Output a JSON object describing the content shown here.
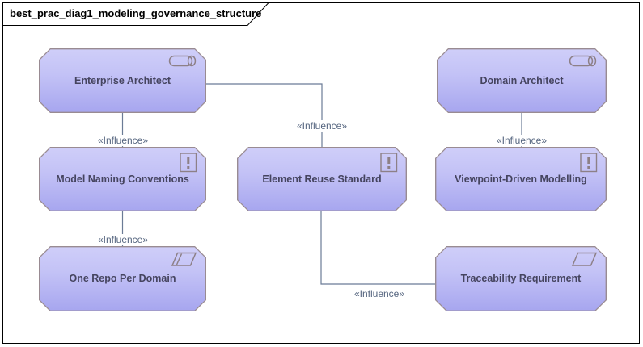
{
  "title": "best_prac_diag1_modeling_governance_structure",
  "colors": {
    "node_fill_top": "#cfcef9",
    "node_fill_bottom": "#a7a6ef",
    "node_border": "#998b92",
    "icon_stroke": "#8d8087",
    "connector_line": "#6b7b96",
    "connector_label_text": "#55657f",
    "node_text": "#45445f",
    "frame_border": "#000000"
  },
  "nodes": [
    {
      "id": "enterprise-architect",
      "label": "Enterprise Architect",
      "type": "role",
      "icon": "role-icon"
    },
    {
      "id": "domain-architect",
      "label": "Domain Architect",
      "type": "role",
      "icon": "role-icon"
    },
    {
      "id": "model-naming-conventions",
      "label": "Model Naming Conventions",
      "type": "principle",
      "icon": "principle-icon"
    },
    {
      "id": "element-reuse-standard",
      "label": "Element Reuse Standard",
      "type": "principle",
      "icon": "principle-icon"
    },
    {
      "id": "viewpoint-driven-modelling",
      "label": "Viewpoint-Driven Modelling",
      "type": "principle",
      "icon": "principle-icon"
    },
    {
      "id": "one-repo-per-domain",
      "label": "One Repo Per Domain",
      "type": "requirement",
      "icon": "requirement-icon"
    },
    {
      "id": "traceability-requirement",
      "label": "Traceability Requirement",
      "type": "requirement",
      "icon": "requirement-icon"
    }
  ],
  "connectors": [
    {
      "from": "enterprise-architect",
      "to": "model-naming-conventions",
      "label": "«Influence»"
    },
    {
      "from": "enterprise-architect",
      "to": "element-reuse-standard",
      "label": "«Influence»"
    },
    {
      "from": "domain-architect",
      "to": "viewpoint-driven-modelling",
      "label": "«Influence»"
    },
    {
      "from": "model-naming-conventions",
      "to": "one-repo-per-domain",
      "label": "«Influence»"
    },
    {
      "from": "element-reuse-standard",
      "to": "traceability-requirement",
      "label": "«Influence»"
    }
  ]
}
